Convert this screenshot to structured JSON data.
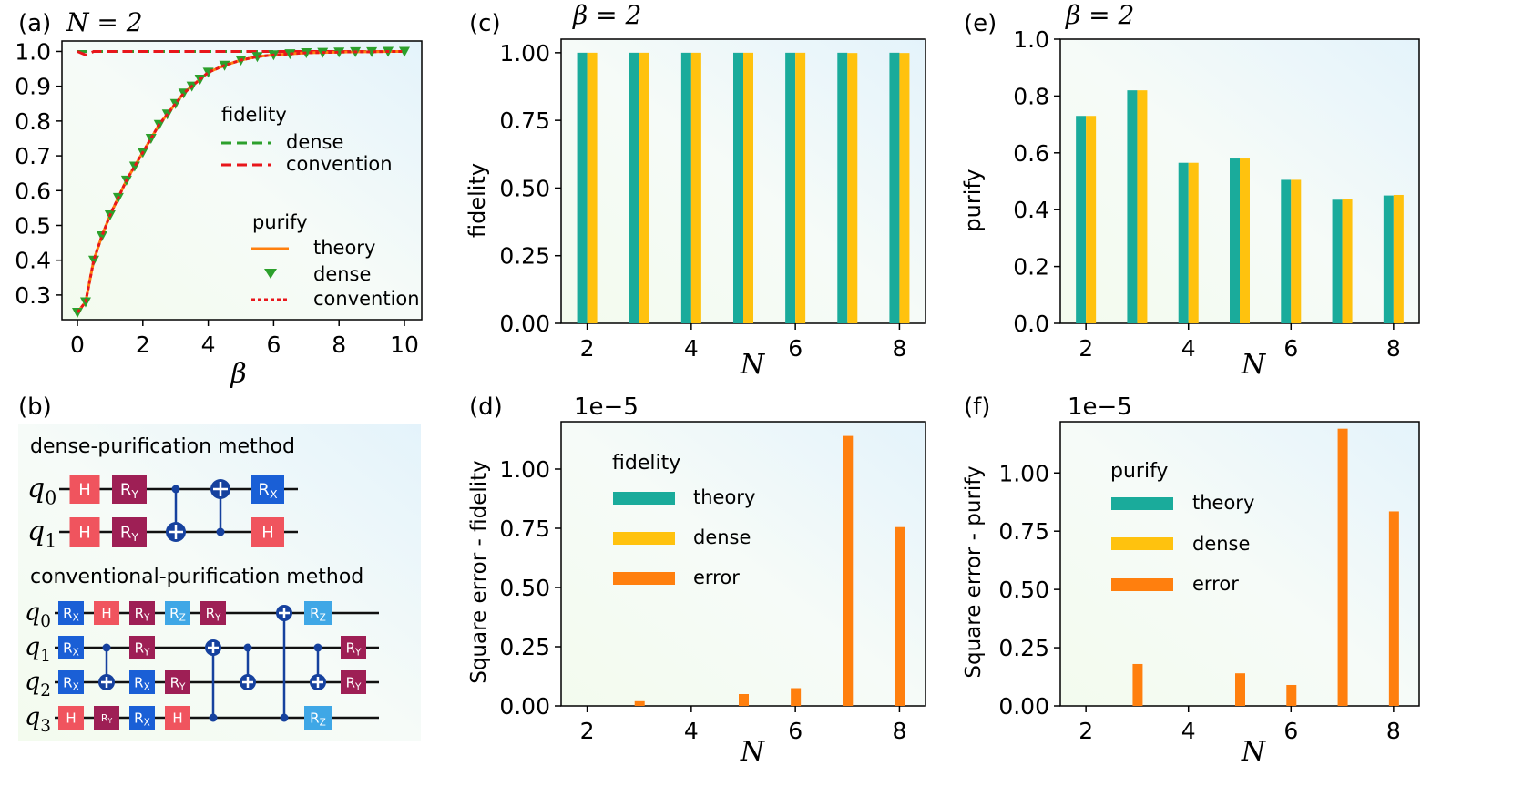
{
  "colors": {
    "theory_teal": "#1aab9b",
    "dense_yellow": "#ffc20e",
    "error_orange": "#ff7f0e",
    "dense_line_green": "#2ca02c",
    "convention_red": "#e8161b",
    "theory_line_orange": "#ff7f0e",
    "gate_H": "#f0545e",
    "gate_RY": "#9e1f55",
    "gate_RX": "#1a5fd6",
    "gate_RZ": "#3fa7e6",
    "cnot": "#16419e"
  },
  "panels": {
    "a": {
      "label": "(a)",
      "title": "N = 2",
      "xlabel": "β",
      "xticks": [
        "0",
        "2",
        "4",
        "6",
        "8",
        "10"
      ],
      "yticks": [
        "0.3",
        "0.4",
        "0.5",
        "0.6",
        "0.7",
        "0.8",
        "0.9",
        "1.0"
      ],
      "legend_fidelity_title": "fidelity",
      "legend_fidelity_dense": "dense",
      "legend_fidelity_convention": "convention",
      "legend_purify_title": "purify",
      "legend_purify_theory": "theory",
      "legend_purify_dense": "dense",
      "legend_purify_convention": "convention"
    },
    "b": {
      "label": "(b)",
      "dense_title": "dense-purification method",
      "conv_title": "conventional-purification method",
      "q0": "q0",
      "q1": "q1",
      "q2": "q2",
      "q3": "q3"
    },
    "c": {
      "label": "(c)",
      "title": "β = 2",
      "ylabel": "fidelity",
      "xlabel": "N",
      "xticks": [
        "2",
        "4",
        "6",
        "8"
      ],
      "yticks": [
        "0.00",
        "0.25",
        "0.50",
        "0.75",
        "1.00"
      ]
    },
    "d": {
      "label": "(d)",
      "offset": "1e−5",
      "ylabel": "Square error - fidelity",
      "xlabel": "N",
      "xticks": [
        "2",
        "4",
        "6",
        "8"
      ],
      "yticks": [
        "0.00",
        "0.25",
        "0.50",
        "0.75",
        "1.00"
      ],
      "legend_title": "fidelity",
      "legend_theory": "theory",
      "legend_dense": "dense",
      "legend_error": "error"
    },
    "e": {
      "label": "(e)",
      "title": "β = 2",
      "ylabel": "purify",
      "xlabel": "N",
      "xticks": [
        "2",
        "4",
        "6",
        "8"
      ],
      "yticks": [
        "0.0",
        "0.2",
        "0.4",
        "0.6",
        "0.8",
        "1.0"
      ]
    },
    "f": {
      "label": "(f)",
      "offset": "1e−5",
      "ylabel": "Square error - purify",
      "xlabel": "N",
      "xticks": [
        "2",
        "4",
        "6",
        "8"
      ],
      "yticks": [
        "0.00",
        "0.25",
        "0.50",
        "0.75",
        "1.00"
      ],
      "legend_title": "purify",
      "legend_theory": "theory",
      "legend_dense": "dense",
      "legend_error": "error"
    }
  },
  "chart_data": [
    {
      "panel": "a",
      "type": "line",
      "title": "N = 2",
      "xlabel": "β",
      "ylabel": "",
      "xlim": [
        0,
        10
      ],
      "ylim": [
        0.25,
        1.03
      ],
      "x": [
        0,
        0.25,
        0.5,
        0.75,
        1.0,
        1.25,
        1.5,
        1.75,
        2.0,
        2.25,
        2.5,
        2.75,
        3.0,
        3.25,
        3.5,
        3.75,
        4.0,
        4.5,
        5.0,
        5.5,
        6.0,
        6.5,
        7.0,
        7.5,
        8.0,
        8.5,
        9.0,
        9.5,
        10.0
      ],
      "series": [
        {
          "name": "dense",
          "group": "fidelity",
          "style": "dashed",
          "color": "#2ca02c",
          "values": [
            1.0,
            1.0,
            1.0,
            1.0,
            1.0,
            1.0,
            1.0,
            1.0,
            1.0,
            1.0,
            1.0,
            1.0,
            1.0,
            1.0,
            1.0,
            1.0,
            1.0,
            1.0,
            1.0,
            1.0,
            1.0,
            1.0,
            1.0,
            1.0,
            1.0,
            1.0,
            1.0,
            1.0,
            1.0
          ]
        },
        {
          "name": "convention",
          "group": "fidelity",
          "style": "dashed",
          "color": "#e8161b",
          "values": [
            1.0,
            0.99,
            1.0,
            1.0,
            1.0,
            1.0,
            1.0,
            1.0,
            1.0,
            1.0,
            1.0,
            1.0,
            1.0,
            1.0,
            1.0,
            1.0,
            1.0,
            1.0,
            1.0,
            1.0,
            1.0,
            1.0,
            1.0,
            1.0,
            1.0,
            1.0,
            1.0,
            1.0,
            1.0
          ]
        },
        {
          "name": "theory",
          "group": "purify",
          "style": "solid",
          "color": "#ff7f0e",
          "values": [
            0.25,
            0.28,
            0.4,
            0.47,
            0.53,
            0.58,
            0.63,
            0.67,
            0.71,
            0.75,
            0.79,
            0.82,
            0.85,
            0.88,
            0.9,
            0.92,
            0.94,
            0.96,
            0.975,
            0.985,
            0.99,
            0.993,
            0.996,
            0.997,
            0.998,
            0.999,
            0.999,
            1.0,
            1.0
          ]
        },
        {
          "name": "dense",
          "group": "purify",
          "style": "triangles",
          "color": "#2ca02c",
          "values": [
            0.25,
            0.28,
            0.4,
            0.47,
            0.53,
            0.58,
            0.63,
            0.67,
            0.71,
            0.75,
            0.79,
            0.82,
            0.85,
            0.88,
            0.9,
            0.92,
            0.94,
            0.96,
            0.975,
            0.985,
            0.99,
            0.993,
            0.996,
            0.997,
            0.998,
            0.999,
            0.999,
            1.0,
            1.0
          ]
        },
        {
          "name": "convention",
          "group": "purify",
          "style": "dotted",
          "color": "#e8161b",
          "values": [
            0.25,
            0.28,
            0.4,
            0.47,
            0.53,
            0.58,
            0.63,
            0.67,
            0.71,
            0.75,
            0.79,
            0.82,
            0.85,
            0.88,
            0.9,
            0.92,
            0.94,
            0.96,
            0.975,
            0.985,
            0.99,
            0.993,
            0.996,
            0.997,
            0.998,
            0.999,
            0.999,
            1.0,
            1.0
          ]
        }
      ]
    },
    {
      "panel": "c",
      "type": "bar",
      "title": "β = 2",
      "xlabel": "N",
      "ylabel": "fidelity",
      "xlim": [
        1.5,
        8.5
      ],
      "ylim": [
        0,
        1.05
      ],
      "categories": [
        2,
        3,
        4,
        5,
        6,
        7,
        8
      ],
      "series": [
        {
          "name": "theory",
          "color": "#1aab9b",
          "values": [
            1.0,
            1.0,
            1.0,
            1.0,
            1.0,
            1.0,
            1.0
          ]
        },
        {
          "name": "dense",
          "color": "#ffc20e",
          "values": [
            1.0,
            1.0,
            1.0,
            1.0,
            1.0,
            0.999,
            0.999
          ]
        }
      ]
    },
    {
      "panel": "d",
      "type": "bar",
      "xlabel": "N",
      "ylabel": "Square error - fidelity",
      "scale_label": "1e−5",
      "xlim": [
        1.5,
        8.5
      ],
      "ylim": [
        0,
        1.2
      ],
      "categories": [
        2,
        3,
        4,
        5,
        6,
        7,
        8
      ],
      "series": [
        {
          "name": "theory",
          "color": "#1aab9b",
          "values": [
            0,
            0,
            0,
            0,
            0,
            0,
            0
          ]
        },
        {
          "name": "dense",
          "color": "#ffc20e",
          "values": [
            0,
            0,
            0,
            0,
            0,
            0,
            0
          ]
        },
        {
          "name": "error",
          "color": "#ff7f0e",
          "values": [
            0.0,
            0.02,
            0.0,
            0.05,
            0.075,
            1.14,
            0.755
          ]
        }
      ]
    },
    {
      "panel": "e",
      "type": "bar",
      "title": "β = 2",
      "xlabel": "N",
      "ylabel": "purify",
      "xlim": [
        1.5,
        8.5
      ],
      "ylim": [
        0,
        1.0
      ],
      "categories": [
        2,
        3,
        4,
        5,
        6,
        7,
        8
      ],
      "series": [
        {
          "name": "theory",
          "color": "#1aab9b",
          "values": [
            0.73,
            0.82,
            0.565,
            0.58,
            0.505,
            0.435,
            0.45
          ]
        },
        {
          "name": "dense",
          "color": "#ffc20e",
          "values": [
            0.73,
            0.82,
            0.565,
            0.58,
            0.505,
            0.437,
            0.452
          ]
        }
      ]
    },
    {
      "panel": "f",
      "type": "bar",
      "xlabel": "N",
      "ylabel": "Square error - purify",
      "scale_label": "1e−5",
      "xlim": [
        1.5,
        8.5
      ],
      "ylim": [
        0,
        1.22
      ],
      "categories": [
        2,
        3,
        4,
        5,
        6,
        7,
        8
      ],
      "series": [
        {
          "name": "theory",
          "color": "#1aab9b",
          "values": [
            0,
            0,
            0,
            0,
            0,
            0,
            0
          ]
        },
        {
          "name": "dense",
          "color": "#ffc20e",
          "values": [
            0,
            0,
            0,
            0,
            0,
            0,
            0
          ]
        },
        {
          "name": "error",
          "color": "#ff7f0e",
          "values": [
            0.0,
            0.18,
            0.0,
            0.14,
            0.09,
            1.19,
            0.835
          ]
        }
      ]
    }
  ]
}
